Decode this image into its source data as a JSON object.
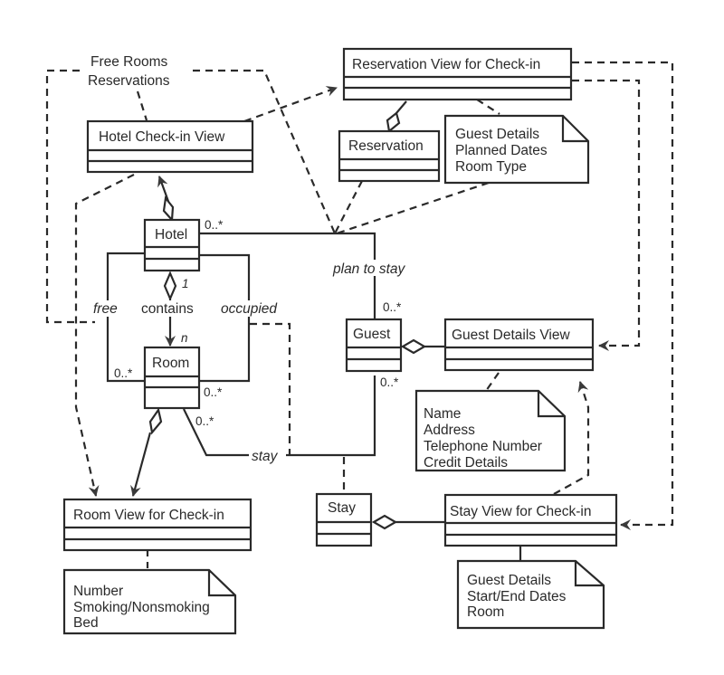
{
  "diagram": {
    "type": "UML class diagram",
    "classes": {
      "reservation_view": "Reservation View for Check-in",
      "hotel_checkin_view": "Hotel Check-in View",
      "reservation": "Reservation",
      "hotel": "Hotel",
      "room": "Room",
      "guest": "Guest",
      "guest_details_view": "Guest Details View",
      "room_view": "Room View for Check-in",
      "stay": "Stay",
      "stay_view": "Stay View for Check-in"
    },
    "notes": {
      "free_rooms": [
        "Free Rooms",
        "Reservations"
      ],
      "reservation_note": [
        "Guest Details",
        "Planned Dates",
        "Room Type"
      ],
      "guest_note": [
        "Name",
        "Address",
        "Telephone Number",
        "Credit Details"
      ],
      "room_note": [
        "Number",
        "Smoking/Nonsmoking",
        "Bed"
      ],
      "stay_note": [
        "Guest Details",
        "Start/End Dates",
        "Room"
      ]
    },
    "associations": {
      "free": "free",
      "contains": "contains",
      "occupied": "occupied",
      "plan_to_stay": "plan to stay",
      "stay": "stay"
    },
    "multiplicities": {
      "hotel_plan": "0..*",
      "contains_one": "1",
      "contains_n": "n",
      "room_free": "0..*",
      "room_occupied": "0..*",
      "room_stay": "0..*",
      "guest_plan": "0..*",
      "guest_stay": "0..*"
    }
  }
}
